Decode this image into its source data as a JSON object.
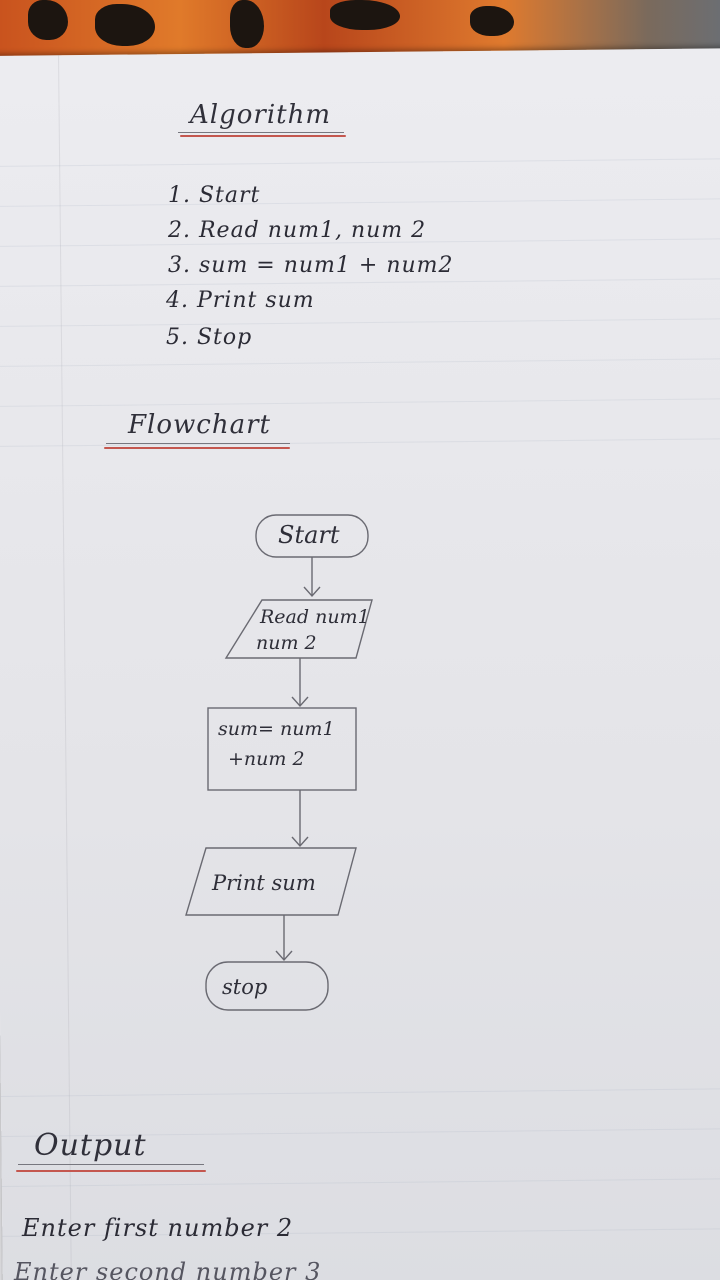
{
  "algorithm": {
    "title": "Algorithm",
    "steps": [
      "1. Start",
      "2. Read num1, num 2",
      "3. sum = num1 + num2",
      "4. Print sum",
      "5. Stop"
    ]
  },
  "flowchart": {
    "title": "Flowchart",
    "nodes": {
      "start": "Start",
      "read_line1": "Read num1",
      "read_line2": "num 2",
      "process_line1": "sum= num1",
      "process_line2": "+num 2",
      "print": "Print sum",
      "stop": "stop"
    }
  },
  "output": {
    "title": "Output",
    "lines": [
      "Enter first number 2",
      "Enter second number 3"
    ]
  },
  "colors": {
    "ink": "#2b2b35",
    "red_underline": "#c4574f",
    "paper": "#e9e9ec"
  }
}
